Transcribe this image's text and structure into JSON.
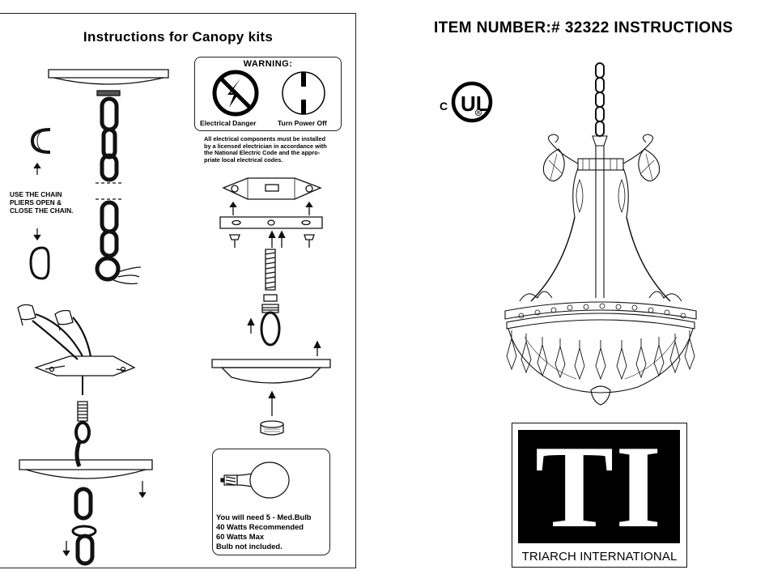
{
  "left_panel": {
    "title": "Instructions for Canopy kits",
    "warning": {
      "title": "WARNING:",
      "electrical_danger": "Electrical Danger",
      "turn_power_off": "Turn Power Off"
    },
    "electric_note": [
      "All electrical components must be installed",
      "by a licensed electrician in accordance with",
      "the National Electric Code and the appro-",
      "priate local electrical codes."
    ],
    "chain_instructions": [
      "USE THE CHAIN",
      "PLIERS  OPEN &",
      "CLOSE THE CHAIN."
    ],
    "bulb_box": {
      "lines": [
        "You will need 5 - Med.Bulb",
        "40 Watts Recommended",
        "60 Watts Max",
        "Bulb not included."
      ]
    }
  },
  "right_panel": {
    "header": "ITEM NUMBER:# 32322   INSTRUCTIONS",
    "ul_mark": {
      "c": "C",
      "ul": "UL",
      "r": "R"
    },
    "logo": {
      "letters": "TI",
      "company": "TRIARCH INTERNATIONAL"
    }
  }
}
